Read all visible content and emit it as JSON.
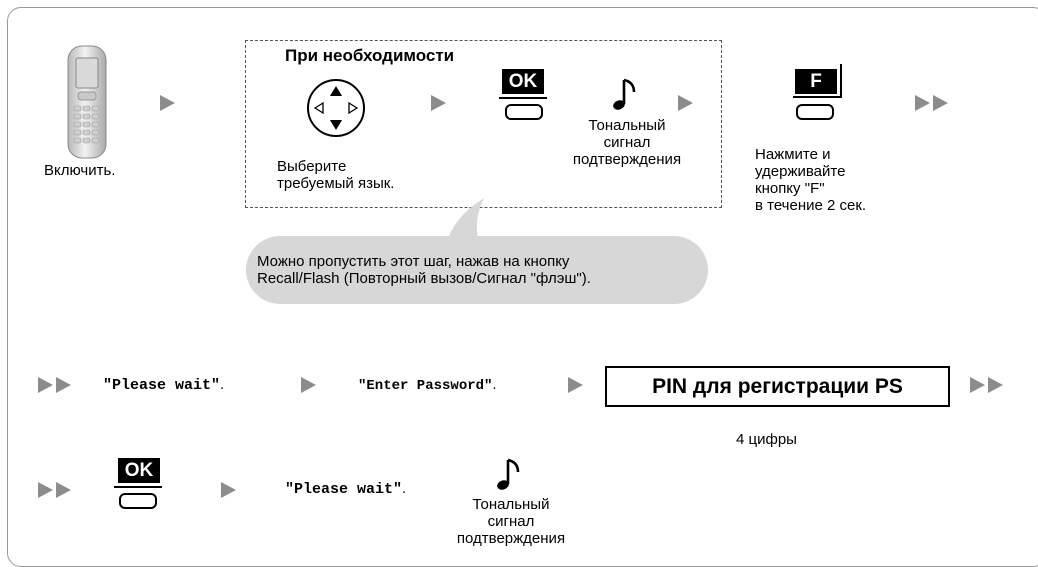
{
  "step1": {
    "caption": "Включить.",
    "icon": "cordless-handset-icon"
  },
  "optional": {
    "header": "При необходимости",
    "navigator_icon": "navigator-key-icon",
    "select_text": [
      "Выберите",
      "требуемый язык."
    ],
    "ok_key_label": "OK",
    "tone_icon": "music-note-icon",
    "tone_text": [
      "Тональный",
      "сигнал",
      "подтверждения"
    ]
  },
  "f_key": {
    "label": "F",
    "caption": [
      "Нажмите и",
      "удерживайте",
      "кнопку \"F\"",
      "в течение 2 сек."
    ]
  },
  "bubble": {
    "text": [
      "Можно пропустить этот шаг, нажав на кнопку",
      "Recall/Flash (Повторный вызов/Сигнал \"флэш\")."
    ]
  },
  "row2": {
    "please_wait": "\"Please wait\"",
    "please_wait_end": ".",
    "enter_password": "\"Enter Password\"",
    "enter_password_end": ".",
    "pin_box": "PIN для регистрации PS",
    "pin_note": "4 цифры"
  },
  "row3": {
    "ok_key_label": "OK",
    "please_wait": "\"Please wait\"",
    "please_wait_end": ".",
    "tone_text": [
      "Тональный",
      "сигнал",
      "подтверждения"
    ]
  },
  "colors": {
    "arrow": "#8c8c8c",
    "bubble": "#d7d7d7",
    "frame": "#9a9a9a"
  }
}
